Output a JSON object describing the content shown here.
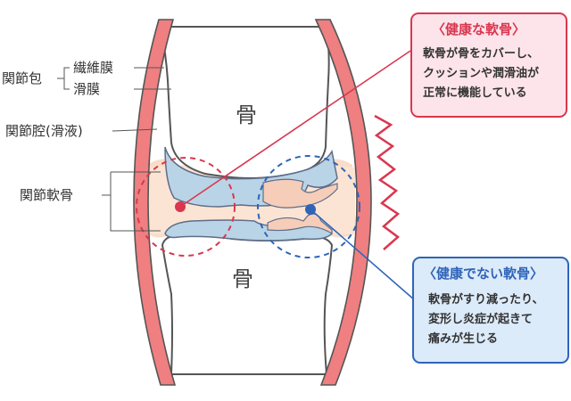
{
  "labels": {
    "capsule": "関節包",
    "fibrous": "繊維膜",
    "synovial": "滑膜",
    "cavity": "関節腔(滑液)",
    "cartilage": "関節軟骨",
    "bone_top": "骨",
    "bone_bottom": "骨"
  },
  "healthy": {
    "title": "〈健康な軟骨〉",
    "lines": [
      "軟骨が骨をカバーし、",
      "クッションや潤滑油が",
      "正常に機能している"
    ]
  },
  "unhealthy": {
    "title": "〈健康でない軟骨〉",
    "lines": [
      "軟骨がすり減ったり、",
      "変形し炎症が起きて",
      "痛みが生じる"
    ]
  },
  "colors": {
    "capsule": "#ef7f80",
    "outline": "#555555",
    "cartilage": "#b9d4e6",
    "fluid": "#f9ddc8",
    "healthy_accent": "#d9374f",
    "unhealthy_accent": "#2f64b8",
    "healthy_box_bg": "#fde4ea",
    "unhealthy_box_bg": "#dcebfa"
  }
}
